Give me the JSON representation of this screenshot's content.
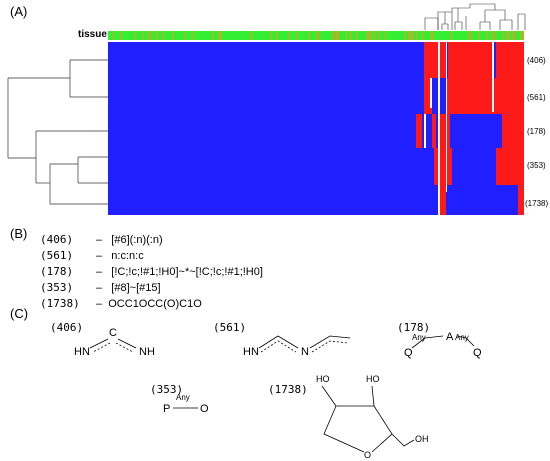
{
  "panels": {
    "a_label": "(A)",
    "b_label": "(B)",
    "c_label": "(C)"
  },
  "heatmap": {
    "track_label": "tissue",
    "row_ids": [
      "(406)",
      "(561)",
      "(178)",
      "(353)",
      "(1738)"
    ],
    "colors": {
      "low": "#1f1fff",
      "high": "#ff1a1a",
      "track_green": "#33ee33",
      "track_orange": "#e0a020"
    }
  },
  "patterns": [
    {
      "id": "(406)",
      "dash": "–",
      "smarts": "[#6](:n)(:n)"
    },
    {
      "id": "(561)",
      "dash": "–",
      "smarts": "n:c:n:c"
    },
    {
      "id": "(178)",
      "dash": "–",
      "smarts": "[!C;!c;!#1;!H0]~*~[!C;!c;!#1;!H0]"
    },
    {
      "id": "(353)",
      "dash": "–",
      "smarts": "[#8]~[#15]"
    },
    {
      "id": "(1738)",
      "dash": "–",
      "smarts": "OCC1OCC(O)C1O"
    }
  ],
  "structures": {
    "s406": {
      "id": "(406)",
      "c": "C",
      "n1": "HN",
      "n2": "NH"
    },
    "s561": {
      "id": "(561)",
      "n1": "HN",
      "n2": "N"
    },
    "s178": {
      "id": "(178)",
      "any1": "Any",
      "any2": "Any",
      "a": "A",
      "q1": "Q",
      "q2": "Q"
    },
    "s353": {
      "id": "(353)",
      "any": "Any",
      "p": "P",
      "o": "O"
    },
    "s1738": {
      "id": "(1738)",
      "ho1": "HO",
      "ho2": "HO",
      "oh": "OH",
      "o": "O"
    }
  }
}
